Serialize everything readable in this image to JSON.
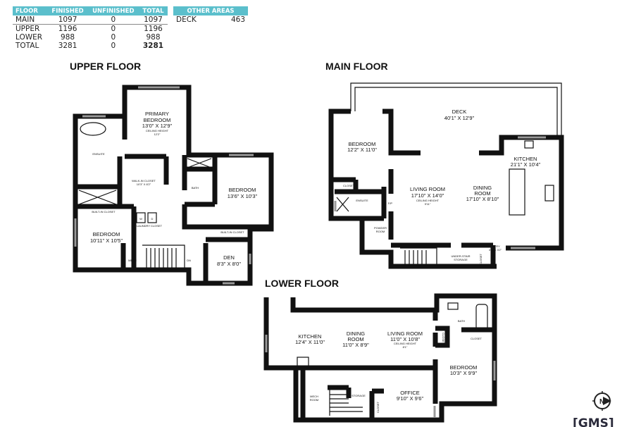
{
  "summary_table": {
    "headers": [
      "FLOOR",
      "FINISHED",
      "UNFINISHED",
      "TOTAL"
    ],
    "rows": [
      [
        "MAIN",
        "1097",
        "0",
        "1097"
      ],
      [
        "UPPER",
        "1196",
        "0",
        "1196"
      ],
      [
        "LOWER",
        "988",
        "0",
        "988"
      ],
      [
        "TOTAL",
        "3281",
        "0",
        "3281"
      ]
    ],
    "header_color": "#5bbfcc"
  },
  "other_areas": {
    "header": "OTHER AREAS",
    "rows": [
      [
        "DECK",
        "463"
      ]
    ]
  },
  "upper_floor": {
    "title": "UPPER FLOOR",
    "rooms": {
      "primary": {
        "name1": "PRIMARY",
        "name2": "BEDROOM",
        "dims": "13'0\" X 12'9\"",
        "ceiling_label": "CEILING HEIGHT",
        "ceiling": "12'2\""
      },
      "ensuite": {
        "name": "ENSUITE"
      },
      "walkin": {
        "name": "WALK-IN CLOSET",
        "dims": "10'3\" X 8'2\""
      },
      "bath": {
        "name": "BATH"
      },
      "bedroom2": {
        "name": "BEDROOM",
        "dims": "13'6\" X 10'3\""
      },
      "builtin1": {
        "name": "BUILT-IN CLOSET"
      },
      "builtin2": {
        "name": "BUILT-IN CLOSET"
      },
      "laundry": {
        "name": "LAUNDRY CLOSET",
        "washer": "W",
        "dryer": "D"
      },
      "bedroom3": {
        "name": "BEDROOM",
        "dims": "10'11\" X 10'5\""
      },
      "mech": {
        "name": "MECH"
      },
      "stairs": {
        "name": "DN"
      },
      "den": {
        "name": "DEN",
        "dims": "8'3\" X 8'0\""
      }
    }
  },
  "main_floor": {
    "title": "MAIN FLOOR",
    "rooms": {
      "deck": {
        "name": "DECK",
        "dims": "40'1\" X 12'9\""
      },
      "bedroom": {
        "name": "BEDROOM",
        "dims": "12'2\" X 11'0\""
      },
      "closet": {
        "name": "CLOSET"
      },
      "ensuite": {
        "name": "ENSUITE"
      },
      "powder": {
        "name1": "POWDER",
        "name2": "ROOM"
      },
      "living": {
        "name": "LIVING ROOM",
        "dims": "17'10\" X 14'0\"",
        "ceiling_label": "CEILING HEIGHT",
        "ceiling": "9'11\""
      },
      "dining": {
        "name1": "DINING",
        "name2": "ROOM",
        "dims": "17'10\" X 8'10\""
      },
      "kitchen": {
        "name": "KITCHEN",
        "dims": "21'1\" X 10'4\""
      },
      "understair": {
        "name1": "UNDER-STAIR",
        "name2": "STORAGE"
      },
      "stairs": {
        "name": "UP"
      },
      "entry": {
        "name": "ENTRY",
        "dims": "4'0\" X 3'2\""
      },
      "closet2": {
        "name": "CLOSET"
      },
      "fp": {
        "name": "F/P"
      }
    }
  },
  "lower_floor": {
    "title": "LOWER FLOOR",
    "rooms": {
      "kitchen": {
        "name": "KITCHEN",
        "dims": "12'4\" X 11'0\""
      },
      "dining": {
        "name1": "DINING",
        "name2": "ROOM",
        "dims": "11'0\" X 8'9\""
      },
      "living": {
        "name": "LIVING ROOM",
        "dims": "11'0\" X 10'8\"",
        "ceiling_label": "CEILING HEIGHT",
        "ceiling": "8'1\""
      },
      "bath": {
        "name": "BATH"
      },
      "closet1": {
        "name": "CLOSET"
      },
      "closet2": {
        "name": "CLOSET"
      },
      "bedroom": {
        "name": "BEDROOM",
        "dims": "10'3\" X 9'9\""
      },
      "mech": {
        "name1": "MECH",
        "name2": "ROOM"
      },
      "storage": {
        "name": "STORAGE"
      },
      "stairs": {
        "name": "UP"
      },
      "closet3": {
        "name": "CLOSET"
      },
      "office": {
        "name": "OFFICE",
        "dims": "9'10\" X 9'6\""
      }
    }
  },
  "logo": {
    "text": "GMS",
    "compass": "north-arrow-icon"
  }
}
